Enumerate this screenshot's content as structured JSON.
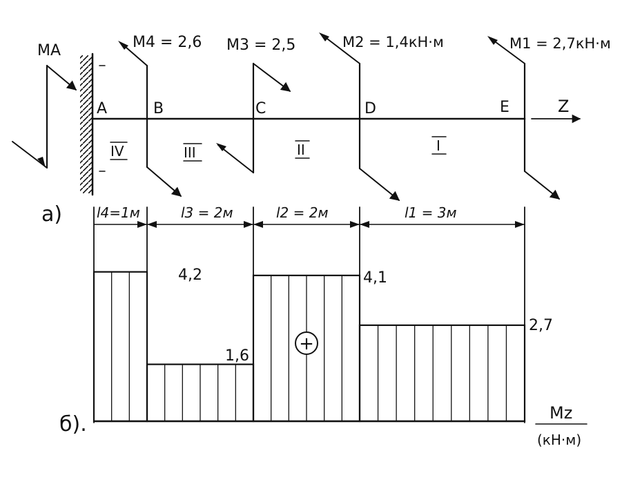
{
  "moments": {
    "ma": "MA",
    "m4": "M4 = 2,6",
    "m3": "M3 = 2,5",
    "m2": "M2 = 1,4кН·м",
    "m1": "M1 = 2,7кН·м"
  },
  "points": {
    "a": "A",
    "b": "B",
    "c": "C",
    "d": "D",
    "e": "E",
    "axis": "Z"
  },
  "sections": {
    "s4": "IV",
    "s3": "III",
    "s2": "II",
    "s1": "I"
  },
  "parts": {
    "a": "a)",
    "b": "б)."
  },
  "lengths": {
    "l4": "l4=1м",
    "l3": "l3 = 2м",
    "l2": "l2 = 2м",
    "l1": "l1 = 3м"
  },
  "diagram": {
    "values": [
      4.2,
      1.6,
      4.1,
      2.7
    ],
    "labels": [
      "4,2",
      "1,6",
      "4,1",
      "2,7"
    ],
    "sign": "+",
    "axis_label": "Mz",
    "unit": "(кН·м)"
  }
}
